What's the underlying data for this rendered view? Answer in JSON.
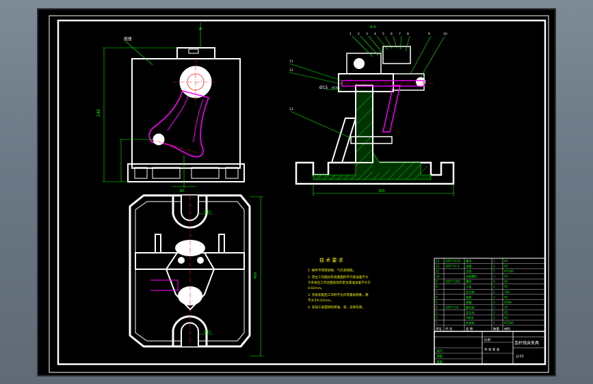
{
  "colors": {
    "background": "#000000",
    "frame": "#ffffff",
    "outline": "#ffffff",
    "dimension": "#00ff00",
    "centerline": "#ff2020",
    "part": "#ff00ff",
    "hatch": "#00ff00",
    "text": "#ffffff",
    "notes": "#ffff00",
    "table": "#00ff00"
  },
  "views": {
    "front": {
      "leader_label": "底座",
      "section_mark": "A",
      "height_dim": "240",
      "bottom_dim": "80"
    },
    "side": {
      "top_mark": "A-A",
      "part_labels": [
        "1",
        "2",
        "3",
        "4",
        "5",
        "6",
        "7",
        "8",
        "9",
        "10",
        "11",
        "12",
        "13"
      ],
      "fit_label": "Ø15",
      "fit_tol": "H7/k6",
      "width_dim": "300"
    },
    "plan": {
      "height_dim": "400",
      "label_top": "Ø12",
      "label_bottom": "Ø12"
    }
  },
  "notes": {
    "title": "技 术 要 求",
    "lines": [
      "1. 铸件不得有砂眼、气孔等缺陷。",
      "2. 定位工作面对夹具底面的平行度误差不大",
      "   于夹具在工作台面安装的定位基准误差不大于",
      "   0.02mm。",
      "3. 夹具装配后工作时不允许有震动现象，需",
      "   不大于0.02mm。",
      "4. 非加工表面涂防锈油、漆，去除毛刺。"
    ]
  },
  "bom": {
    "rows": [
      [
        "13",
        "GB/T 6170",
        "螺母",
        "1",
        "45"
      ],
      [
        "12",
        "GB/T 97.1",
        "垫圈",
        "2",
        "45"
      ],
      [
        "11",
        "",
        "支架",
        "1",
        "HT200"
      ],
      [
        "10",
        "",
        "夹紧螺杆",
        "1",
        "45"
      ],
      [
        "9",
        "GB/T 5782",
        "螺栓",
        "4",
        "45"
      ],
      [
        "8",
        "",
        "压板",
        "1",
        "45"
      ],
      [
        "7",
        "",
        "定位销",
        "2",
        "T8A"
      ],
      [
        "6",
        "",
        "轴套",
        "1",
        "45"
      ],
      [
        "5",
        "",
        "弹簧",
        "1",
        "65Mn"
      ],
      [
        "4",
        "GB/T 119",
        "圆柱销",
        "2",
        "35"
      ],
      [
        "3",
        "",
        "定位块",
        "1",
        "45"
      ],
      [
        "2",
        "",
        "V型块",
        "1",
        "45"
      ],
      [
        "1",
        "",
        "夹具体",
        "1",
        "HT200"
      ]
    ],
    "header": [
      "序号",
      "代 号",
      "名 称",
      "数量",
      "材料"
    ]
  },
  "title_block": {
    "name": "连杆铣床夹具",
    "drawing_no": "JJ-01",
    "scale_label": "比例",
    "sheet_label": "共 张 第 张",
    "designer_label": "设计",
    "checker_label": "审核",
    "approver_label": "批准"
  }
}
